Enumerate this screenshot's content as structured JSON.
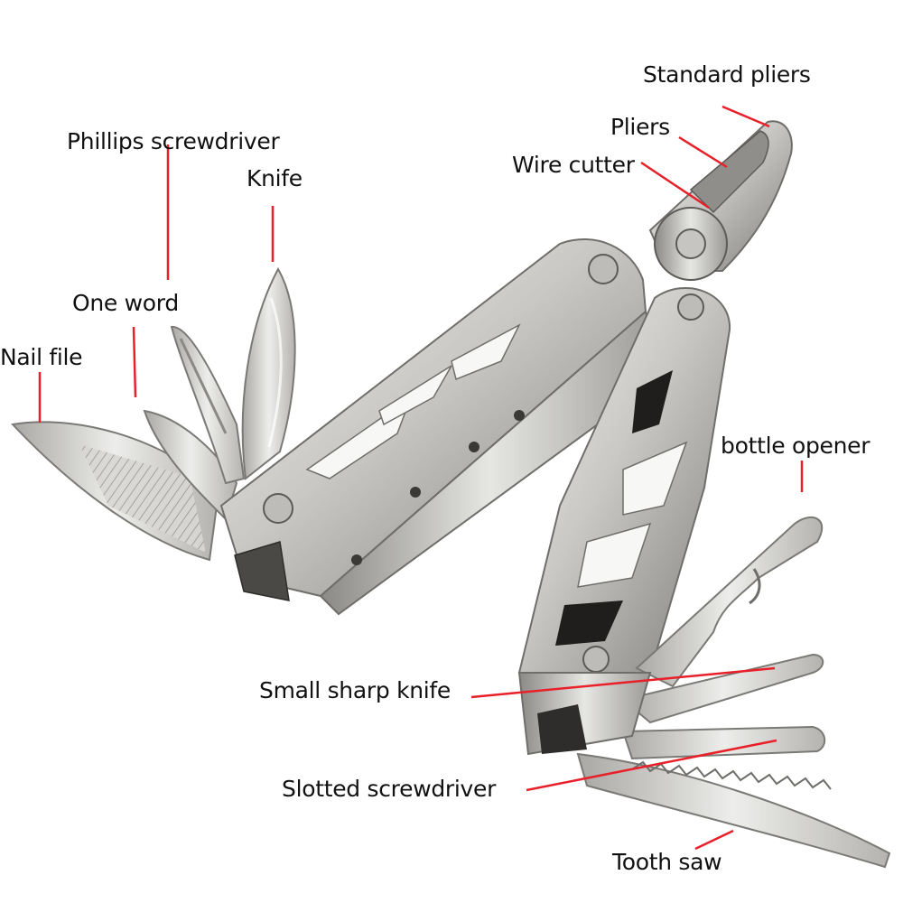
{
  "labels": {
    "standard_pliers": "Standard pliers",
    "pliers": "Pliers",
    "wire_cutter": "Wire cutter",
    "phillips_screwdriver": "Phillips screwdriver",
    "knife": "Knife",
    "one_word": "One word",
    "nail_file": "Nail file",
    "bottle_opener": "bottle opener",
    "small_sharp_knife": "Small sharp knife",
    "slotted_screwdriver": "Slotted screwdriver",
    "tooth_saw": "Tooth saw"
  },
  "colors": {
    "leader_line": "#e8202a",
    "label_text": "#111111",
    "steel_light": "#e4e4e2",
    "steel_mid": "#b9b8b4",
    "steel_dark": "#6f6e6a"
  }
}
